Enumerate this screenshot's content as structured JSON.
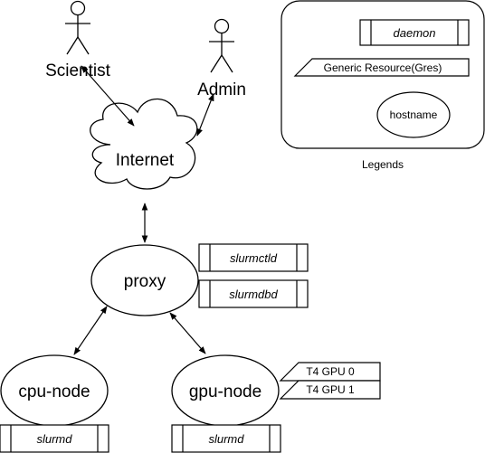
{
  "actors": {
    "scientist": "Scientist",
    "admin": "Admin"
  },
  "nodes": {
    "internet": "Internet",
    "proxy": "proxy",
    "cpu_node": "cpu-node",
    "gpu_node": "gpu-node"
  },
  "daemons": {
    "slurmctld": "slurmctld",
    "slurmdbd": "slurmdbd",
    "slurmd_cpu": "slurmd",
    "slurmd_gpu": "slurmd"
  },
  "gres": {
    "gpu0": "T4 GPU 0",
    "gpu1": "T4 GPU 1"
  },
  "legend": {
    "title": "Legends",
    "daemon": "daemon",
    "gres": "Generic Resource(Gres)",
    "hostname": "hostname"
  },
  "colors": {
    "stroke": "#000000",
    "fill": "#ffffff"
  }
}
